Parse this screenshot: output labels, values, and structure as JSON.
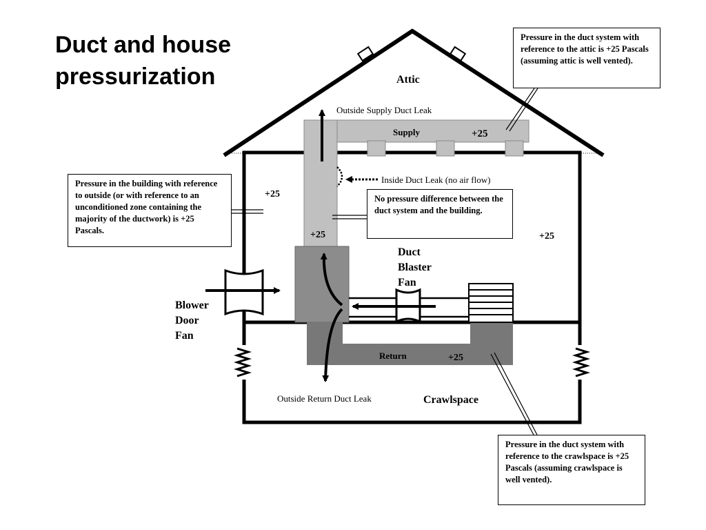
{
  "slide": {
    "title": "Duct and house\npressurization"
  },
  "zones": {
    "attic": "Attic",
    "crawlspace": "Crawlspace"
  },
  "ducts": {
    "supply": "Supply",
    "return": "Return"
  },
  "pressures": {
    "supply": "+25",
    "building": "+25",
    "building_right": "+25",
    "duct_vertical": "+25",
    "return": "+25"
  },
  "leaks": {
    "outside_supply": "Outside Supply Duct Leak",
    "inside": "Inside Duct Leak (no air flow)",
    "outside_return": "Outside Return Duct Leak"
  },
  "fans": {
    "blower_door": "Blower\nDoor\nFan",
    "duct_blaster": "Duct\nBlaster\nFan"
  },
  "callouts": {
    "attic": "Pressure in the duct system with reference to the attic is +25 Pascals (assuming attic is well vented).",
    "building": "Pressure in the building with reference to outside (or with reference to an unconditioned zone containing the majority of the ductwork) is +25 Pascals.",
    "no_difference": "No pressure difference between the duct system and the building.",
    "crawlspace": "Pressure in the duct system with reference to the crawlspace is +25 Pascals (assuming crawlspace is well vented)."
  }
}
